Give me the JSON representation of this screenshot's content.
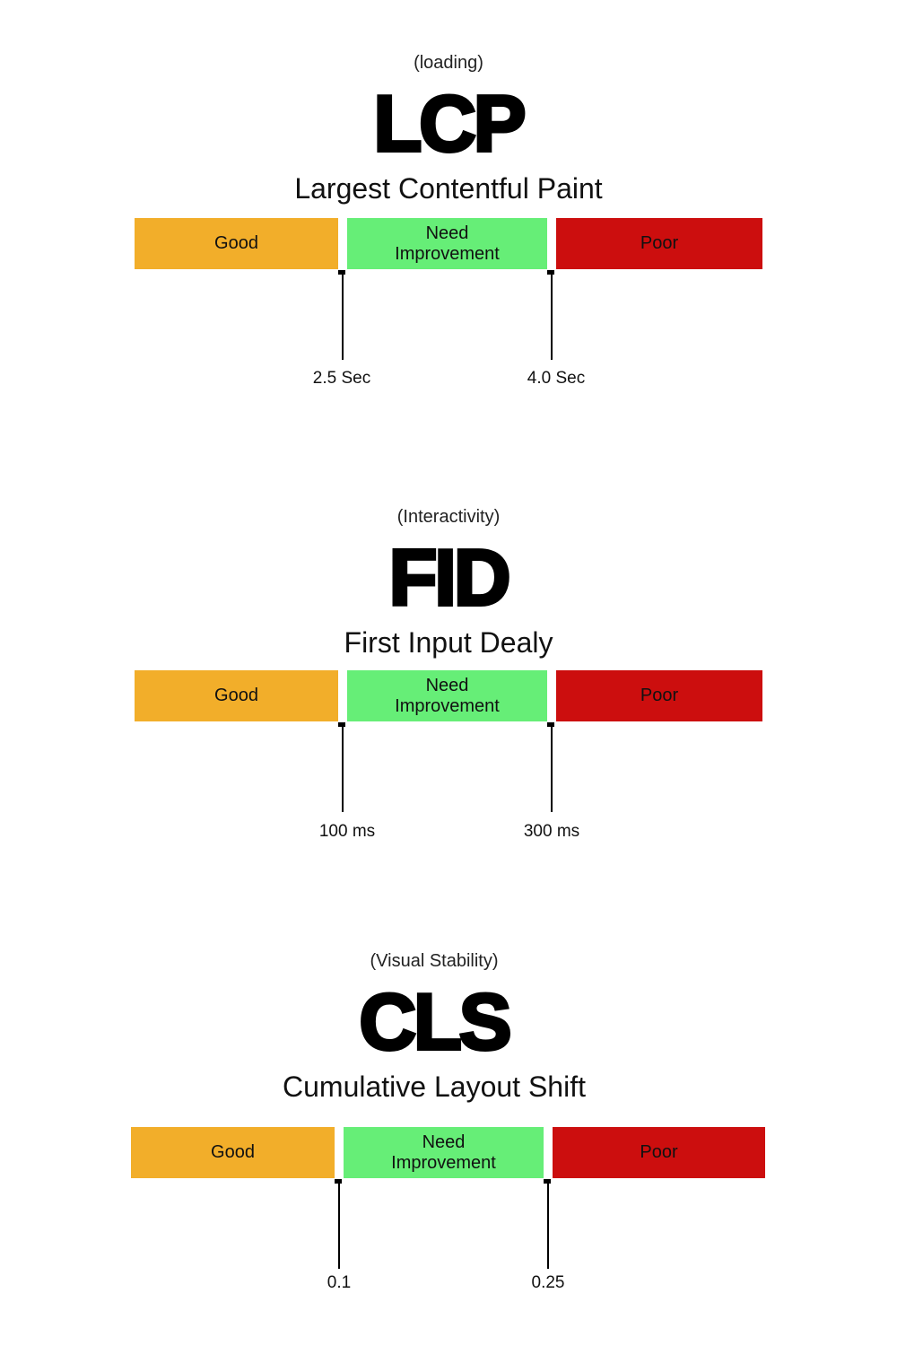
{
  "metrics": [
    {
      "category": "(loading)",
      "acronym": "LCP",
      "full_name": "Largest Contentful Paint",
      "segments": {
        "good": "Good",
        "need_line1": "Need",
        "need_line2": "Improvement",
        "poor": "Poor"
      },
      "thresholds": [
        "2.5 Sec",
        "4.0 Sec"
      ]
    },
    {
      "category": "(Interactivity)",
      "acronym": "FID",
      "full_name": "First Input Dealy",
      "segments": {
        "good": "Good",
        "need_line1": "Need",
        "need_line2": "Improvement",
        "poor": "Poor"
      },
      "thresholds": [
        "100 ms",
        "300 ms"
      ]
    },
    {
      "category": "(Visual Stability)",
      "acronym": "CLS",
      "full_name": "Cumulative Layout Shift",
      "segments": {
        "good": "Good",
        "need_line1": "Need",
        "need_line2": "Improvement",
        "poor": "Poor"
      },
      "thresholds": [
        "0.1",
        "0.25"
      ]
    }
  ],
  "colors": {
    "good": "#f2ae2a",
    "need_improvement": "#66ee77",
    "poor": "#cc0e0e"
  }
}
